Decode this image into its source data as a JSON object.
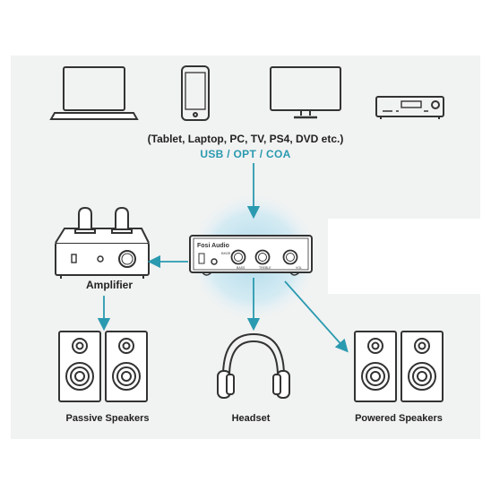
{
  "sources_label": "(Tablet, Laptop, PC, TV, PS4, DVD etc.)",
  "connection_label": "USB / OPT / COA",
  "dac": {
    "brand": "Fosi Audio",
    "model": "BH2E",
    "knob_labels": [
      "BASS",
      "TREBLE",
      "VOL"
    ]
  },
  "amplifier_label": "Amplifier",
  "passive_speakers_label": "Passive Speakers",
  "headset_label": "Headset",
  "powered_speakers_label": "Powered Speakers",
  "colors": {
    "arrow": "#2a9ab0",
    "device_stroke": "#333333",
    "glow": "#bfe3ef",
    "panel": "#f1f2f2"
  },
  "icons": [
    "laptop-icon",
    "tablet-icon",
    "monitor-icon",
    "cd-player-icon",
    "tube-amplifier-icon",
    "passive-speakers-icon",
    "headphones-icon",
    "powered-speakers-icon"
  ]
}
